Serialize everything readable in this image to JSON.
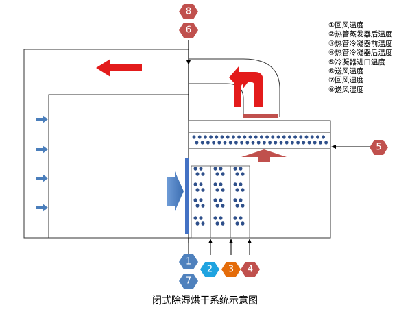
{
  "legend": [
    "①回风温度",
    "②热管蒸发器后温度",
    "③热管冷凝器前温度",
    "④热管冷凝器后温度",
    "⑤冷凝器进口温度",
    "⑥送风温度",
    "⑦回风湿度",
    "⑧送风湿度"
  ],
  "caption": "闭式除湿烘干系统示意图",
  "markers": [
    {
      "label": "8",
      "color": "#c0504d"
    },
    {
      "label": "6",
      "color": "#c0504d"
    },
    {
      "label": "5",
      "color": "#c0504d"
    },
    {
      "label": "1",
      "color": "#4f81bd"
    },
    {
      "label": "2",
      "color": "#1fa3e0"
    },
    {
      "label": "3",
      "color": "#e46c0a"
    },
    {
      "label": "4",
      "color": "#c0504d"
    },
    {
      "label": "7",
      "color": "#4f81bd"
    }
  ],
  "colors": {
    "arrow_red": "#e31b1b",
    "arrow_blue": "#4a7ebb",
    "dots": "#2e4f8a",
    "heater_bar": "#c0504d",
    "evaporator_bar": "#4472c4"
  }
}
